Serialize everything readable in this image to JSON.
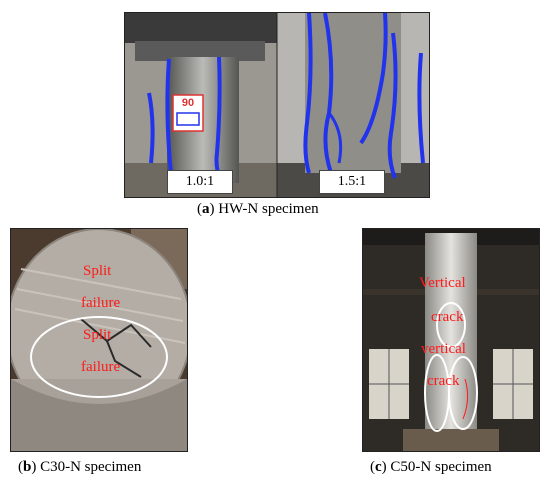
{
  "panel_a": {
    "ratio_left": "1.0:1",
    "ratio_right": "1.5:1",
    "tag_number": "90",
    "caption_letter": "a",
    "caption_text": "HW-N specimen"
  },
  "panel_b": {
    "caption_letter": "b",
    "caption_text": "C30-N specimen",
    "annotations": [
      "Split",
      "failure",
      "Split",
      "failure"
    ]
  },
  "panel_c": {
    "caption_letter": "c",
    "caption_text": "C50-N specimen",
    "annotations": [
      "Vertical",
      "crack",
      "vertical",
      "crack"
    ]
  },
  "colors": {
    "annotation_red": "#ff1a1a",
    "crack_marker_blue": "#2233ee",
    "ellipse_white": "#ffffff"
  }
}
